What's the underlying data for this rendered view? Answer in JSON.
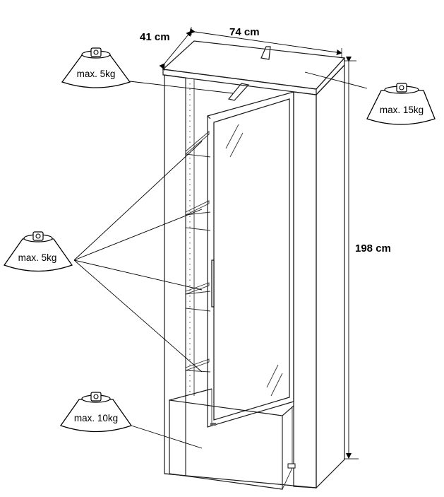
{
  "dimensions": {
    "depth": "41 cm",
    "width": "74 cm",
    "height": "198 cm"
  },
  "load_labels": {
    "top_left": "max. 5kg",
    "top_right": "max. 15kg",
    "middle_left": "max. 5kg",
    "bottom_left": "max. 10kg"
  },
  "icons": [
    "weight-icon"
  ]
}
